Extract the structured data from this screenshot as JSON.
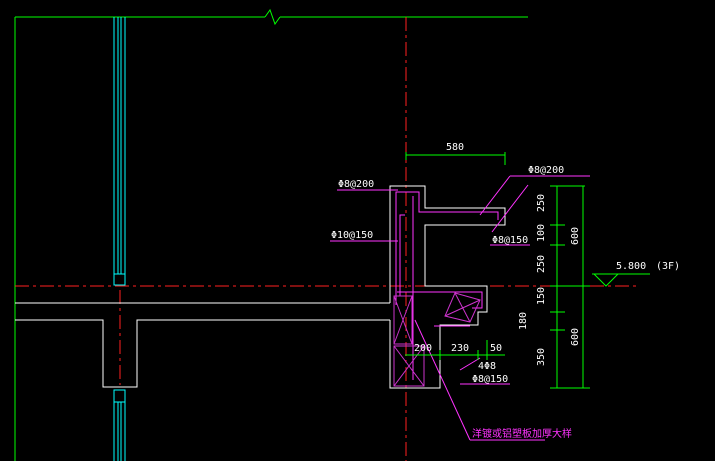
{
  "drawing": {
    "colors": {
      "background": "#000000",
      "concrete": "#ffffff",
      "grid_green": "#00ff00",
      "column_cyan": "#00ffff",
      "axis_red": "#ff2020",
      "rebar_magenta": "#ff33ff",
      "hatch_magenta": "#cc33cc"
    },
    "dimensions": {
      "d580": "580",
      "d250a": "250",
      "d100": "100",
      "d250b": "250",
      "d600a": "600",
      "d150": "150",
      "d180": "180",
      "d350": "350",
      "d600b": "600",
      "d200": "200",
      "d230": "230",
      "d50": "50"
    },
    "elevation": {
      "value": "5.800",
      "floor": "(3F)"
    },
    "rebar_labels": {
      "r1": "Φ8@200",
      "r2": "Φ8@200",
      "r3": "Φ10@150",
      "r4": "Φ8@150",
      "r5": "4Φ8",
      "r6": "Φ8@150"
    },
    "notes": {
      "callout": "洋镀或铝塑板加厚大样"
    }
  }
}
